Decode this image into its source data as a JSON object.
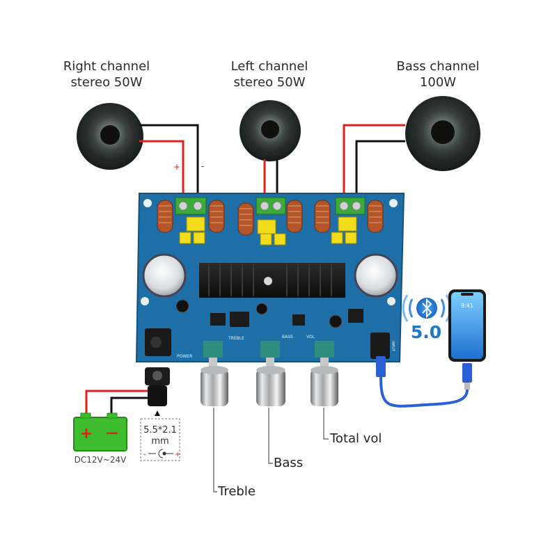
{
  "speakers": [
    {
      "label_line1": "Right channel",
      "label_line2": "stereo 50W"
    },
    {
      "label_line1": "Left channel",
      "label_line2": "stereo 50W"
    },
    {
      "label_line1": "Bass channel",
      "label_line2": "100W"
    }
  ],
  "polarity": {
    "plus": "+",
    "minus": "-"
  },
  "board": {
    "silk_power": "POWER",
    "silk_treble": "TREBLE",
    "silk_bass": "BASS",
    "silk_vol": "VOL",
    "silk_input": "INPUT"
  },
  "knobs": {
    "treble": "Treble",
    "bass": "Bass",
    "total_vol": "Total vol"
  },
  "bluetooth": {
    "version": "5.0"
  },
  "phone": {
    "time": "9:41"
  },
  "battery": {
    "plus": "+",
    "minus": "—",
    "caption": "DC12V~24V"
  },
  "connector": {
    "line1": "5.5*2.1",
    "line2": "mm",
    "minus": "-",
    "plus": "+"
  },
  "colors": {
    "wire_red": "#e0201c",
    "wire_black": "#111111",
    "pcb": "#1e6fa8",
    "battery": "#3dbd2e",
    "bt_text": "#1e78c8",
    "cable": "#2a5fd6"
  }
}
